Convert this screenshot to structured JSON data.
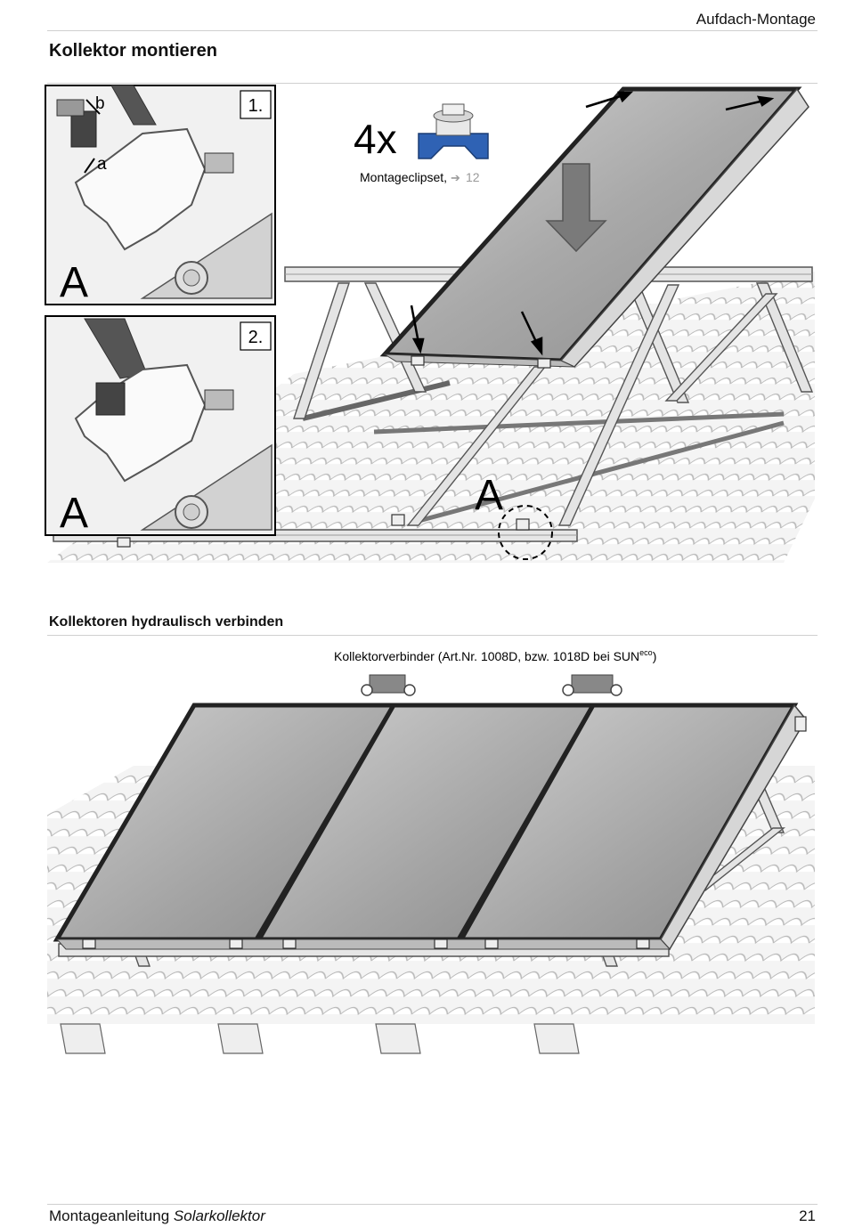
{
  "header": {
    "section": "Aufdach-Montage"
  },
  "section1": {
    "title": "Kollektor montieren",
    "detail1": {
      "step": "1.",
      "letter": "A",
      "arrow_b": "b",
      "arrow_a": "a"
    },
    "detail2": {
      "step": "2.",
      "letter": "A"
    },
    "quantity": "4x",
    "part_label": "Montageclipset,",
    "page_ref_arrow": "➔",
    "page_ref": "12",
    "detail_marker": "A",
    "colors": {
      "clip_blue": "#2f62b4",
      "ref_gray": "#9a9a9a",
      "arrow_fill": "#7a7a7a"
    }
  },
  "section2": {
    "title": "Kollektoren hydraulisch verbinden",
    "connector_label": "Kollektorverbinder (Art.Nr. 1008D, bzw. 1018D bei SUN",
    "connector_sup": "eco",
    "connector_close": ")"
  },
  "footer": {
    "manual": "Montageanleitung",
    "product": "Solarkollektor",
    "page_number": "21"
  }
}
